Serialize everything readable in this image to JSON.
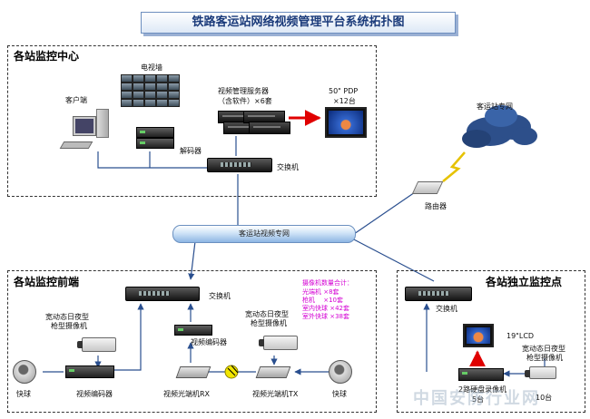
{
  "title": "铁路客运站网络视频管理平台系统拓扑图",
  "regions": {
    "center": "各站监控中心",
    "front": "各站监控前端",
    "independent": "各站独立监控点"
  },
  "labels": {
    "tv_wall": "电视墙",
    "client": "客户端",
    "decoder": "解码器",
    "server_line1": "视频管理服务器",
    "server_line2": "（含软件）×6套",
    "pdp_line1": "50\" PDP",
    "pdp_line2": "×12台",
    "switch_center": "交换机",
    "private_net": "客运站专网",
    "router": "路由器",
    "pipe": "客运站视频专网",
    "switch_front": "交换机",
    "cam_left_l1": "宽动态日夜型",
    "cam_left_l2": "枪型摄像机",
    "cam_mid_l1": "宽动态日夜型",
    "cam_mid_l2": "枪型摄像机",
    "encoder_mid": "视频编码器",
    "dome_left": "快球",
    "encoder_left": "视频编码器",
    "fiber_rx": "视频光端机RX",
    "fiber_tx": "视频光端机TX",
    "dome_right": "快球",
    "switch_ind": "交换机",
    "lcd": "19\"LCD",
    "cam_ind_l1": "宽动态日夜型",
    "cam_ind_l2": "枪型摄像机",
    "dvr_l1": "2路硬盘录像机",
    "dvr_l2": "5台",
    "cam_ind_count": "10台"
  },
  "legend": {
    "heading": "摄像机数量合计：",
    "items": [
      "光端机 ×8套",
      "枪机　 ×10套",
      "室内快球 ×42套",
      "室外快球 ×38套"
    ]
  },
  "watermark": "中国安防行业网",
  "colors": {
    "legend_text": "#d400d4",
    "red_arrow": "#e00000",
    "wire": "#2a4f8f",
    "title_text": "#1a3a7a"
  }
}
